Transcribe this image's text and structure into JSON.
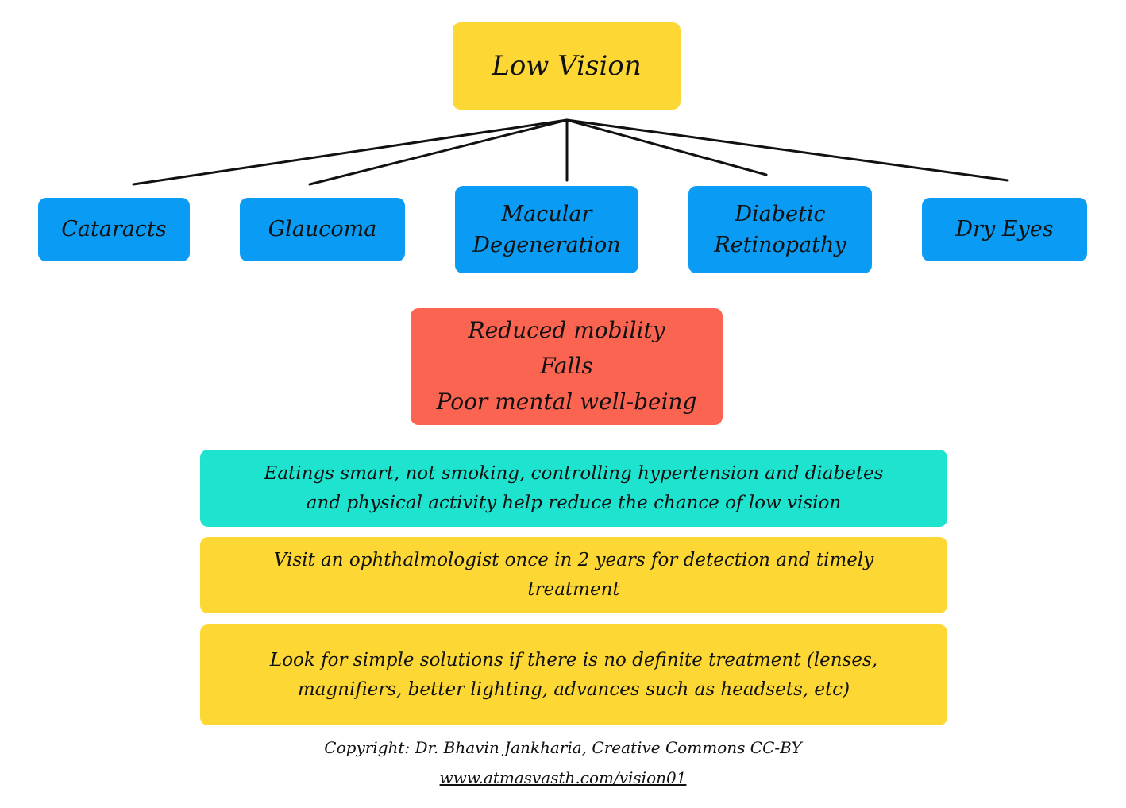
{
  "root": {
    "label": "Low Vision"
  },
  "causes": [
    {
      "lines": [
        "Cataracts"
      ]
    },
    {
      "lines": [
        "Glaucoma"
      ]
    },
    {
      "lines": [
        "Macular",
        "Degeneration"
      ]
    },
    {
      "lines": [
        "Diabetic",
        "Retinopathy"
      ]
    },
    {
      "lines": [
        "Dry Eyes"
      ]
    }
  ],
  "effects": [
    "Reduced mobility",
    "Falls",
    "Poor mental well-being"
  ],
  "tips": [
    [
      "Eatings smart, not smoking, controlling hypertension and diabetes",
      "and physical activity help reduce the chance of low vision"
    ],
    [
      "Visit an ophthalmologist once in 2 years for detection and timely",
      "treatment"
    ],
    [
      "Look for simple solutions if there is no definite treatment  (lenses,",
      "magnifiers, better lighting, advances such as headsets, etc)"
    ]
  ],
  "footer": {
    "copyright": "Copyright: Dr. Bhavin Jankharia, Creative Commons CC-BY",
    "url": "www.atmasvasth.com/vision01"
  },
  "colors": {
    "root": "#fdd835",
    "cause": "#0a9cf4",
    "effects": "#fc6452",
    "tip_green": "#1ee3cf",
    "tip_yellow": "#fdd835"
  }
}
